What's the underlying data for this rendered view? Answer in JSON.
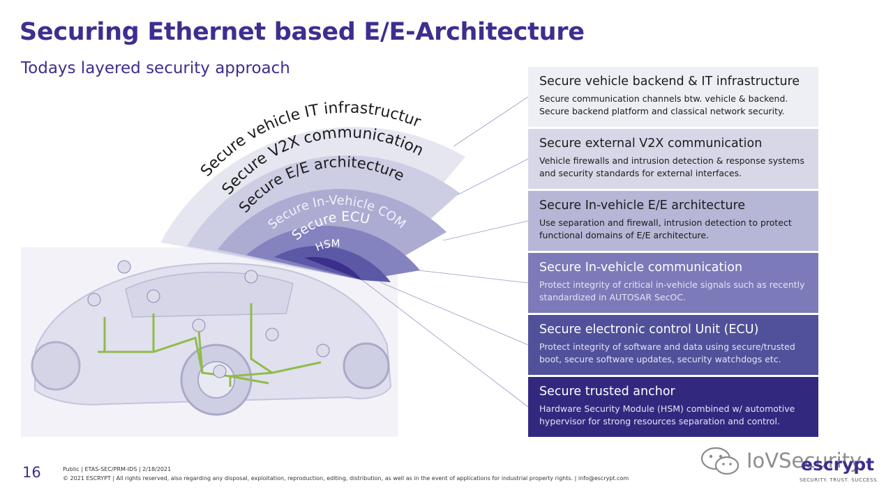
{
  "slide": {
    "title": "Securing Ethernet based E/E-Architecture",
    "subtitle": "Todays layered security approach"
  },
  "diagram": {
    "arc_labels": {
      "it": "Secure vehicle IT infrastructure",
      "v2x": "Secure V2X communication",
      "ee": "Secure E/E architecture",
      "com": "Secure In-Vehicle COM",
      "ecu": "Secure ECU",
      "hsm": "HSM"
    },
    "colors": {
      "layer1": "#e6e6f1",
      "layer2": "#cdcde4",
      "layer3": "#acabd2",
      "layer4": "#8482bf",
      "layer5": "#5b59a6",
      "layer6": "#3a2f8a"
    }
  },
  "layers": [
    {
      "heading": "Secure vehicle backend & IT infrastructure",
      "desc": "Secure communication channels btw. vehicle & backend. Secure backend platform and classical network security."
    },
    {
      "heading": "Secure external V2X communication",
      "desc": "Vehicle firewalls and intrusion detection & response systems and security standards for external interfaces."
    },
    {
      "heading": "Secure In-vehicle E/E architecture",
      "desc": "Use separation and firewall, intrusion detection to protect functional domains of E/E architecture."
    },
    {
      "heading": "Secure In-vehicle communication",
      "desc": "Protect integrity of critical in-vehicle signals such as recently standardized in AUTOSAR SecOC."
    },
    {
      "heading": "Secure electronic control Unit (ECU)",
      "desc": "Protect integrity of software and data using secure/trusted boot, secure software updates, security watchdogs etc."
    },
    {
      "heading": "Secure trusted anchor",
      "desc": "Hardware Security Module (HSM) combined w/ automotive hypervisor for strong resources separation and control."
    }
  ],
  "footer": {
    "page_number": "16",
    "classification": "Public | ETAS-SEC/PRM-IDS | 2/18/2021",
    "copyright": "© 2021 ESCRYPT | All rights reserved, also regarding any disposal, exploitation, reproduction, editing, distribution, as well as in the event of applications for industrial property rights. | info@escrypt.com"
  },
  "branding": {
    "watermark": "IoVSecurity",
    "logo": "escrypt",
    "tagline": "SECURITY. TRUST. SUCCESS."
  }
}
